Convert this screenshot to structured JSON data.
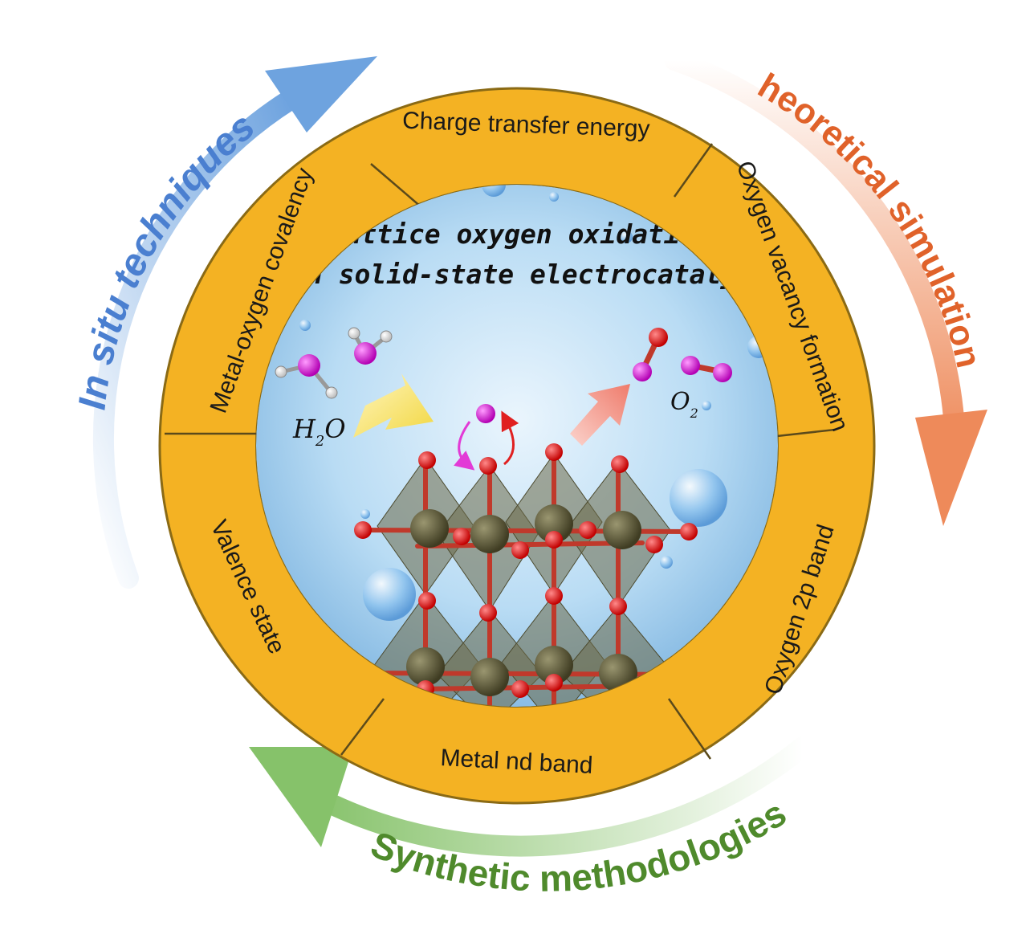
{
  "outer_arcs": {
    "in_situ": {
      "label": "In situ techniques",
      "color": "#4a7fd0"
    },
    "theoretical": {
      "label": "Theoretical simulations",
      "color": "#e0622a"
    },
    "synthetic": {
      "label": "Synthetic methodologies",
      "color": "#4f8a2c"
    }
  },
  "ring": {
    "segments": [
      "Charge transfer energy",
      "Oxygen vacancy formation",
      "Oxygen 2p band",
      "Metal nd band",
      "Valence state",
      "Metal-oxygen covalency"
    ],
    "color": "#f4b223"
  },
  "center": {
    "title_line1": "Lattice oxygen oxidation",
    "title_line2": "in solid-state electrocatalyst",
    "reactant_label": "H",
    "reactant_sub": "2",
    "reactant_tail": "O",
    "product_label": "O",
    "product_sub": "2"
  },
  "colors": {
    "oxygen_atom": "#e01010",
    "metal_atom": "#5e5a3a",
    "lattice_oxygen_highlight": "#d62fd6",
    "hydrogen_atom": "#f2f2f2",
    "background_blue": "#a9d3f0"
  }
}
